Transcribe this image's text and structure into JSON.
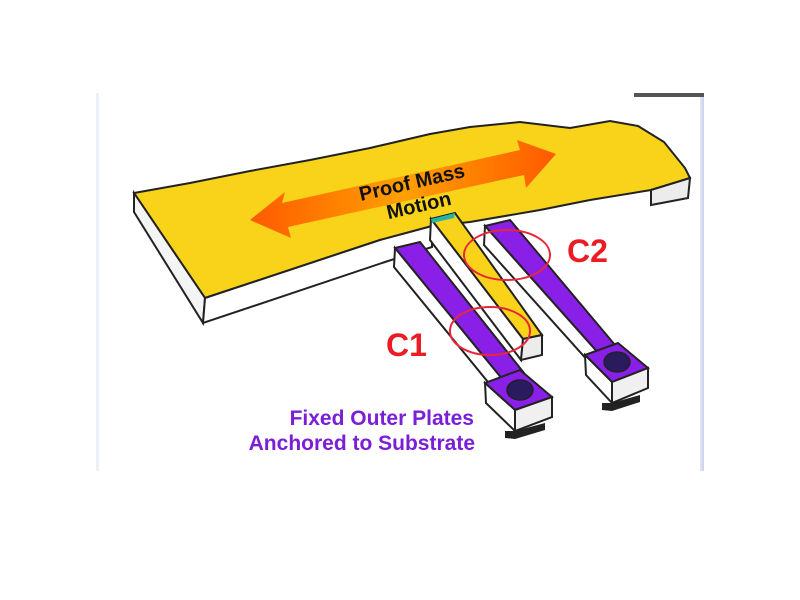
{
  "labels": {
    "motion_line1": "Proof Mass",
    "motion_line2": "Motion",
    "c1": "C1",
    "c2": "C2",
    "fixed_line1": "Fixed Outer Plates",
    "fixed_line2": "Anchored to Substrate"
  },
  "colors": {
    "proof_mass": "#f9d21a",
    "arrow_start": "#ff9a00",
    "arrow_end": "#ff5a00",
    "fixed_plate": "#8a1fe8",
    "capacitor_label": "#ea1c24",
    "fixed_label": "#7a1fd6",
    "highlight_circle": "#e8263a"
  }
}
